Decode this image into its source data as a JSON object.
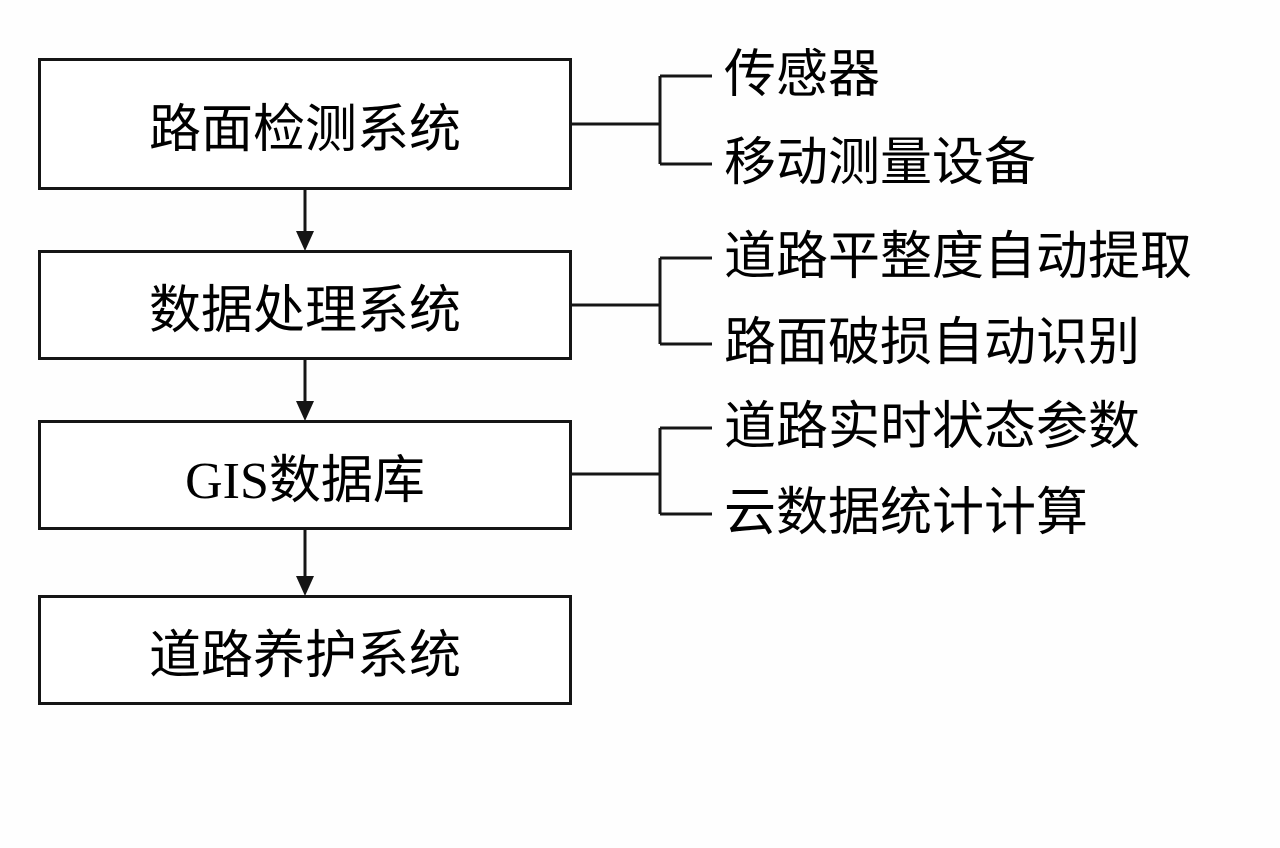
{
  "diagram": {
    "boxes": [
      "路面检测系统",
      "数据处理系统",
      "GIS数据库",
      "道路养护系统"
    ],
    "annotations": [
      [
        "传感器",
        "移动测量设备"
      ],
      [
        "道路平整度自动提取",
        "路面破损自动识别"
      ],
      [
        "道路实时状态参数",
        "云数据统计计算"
      ]
    ],
    "line_color": "#151515"
  }
}
